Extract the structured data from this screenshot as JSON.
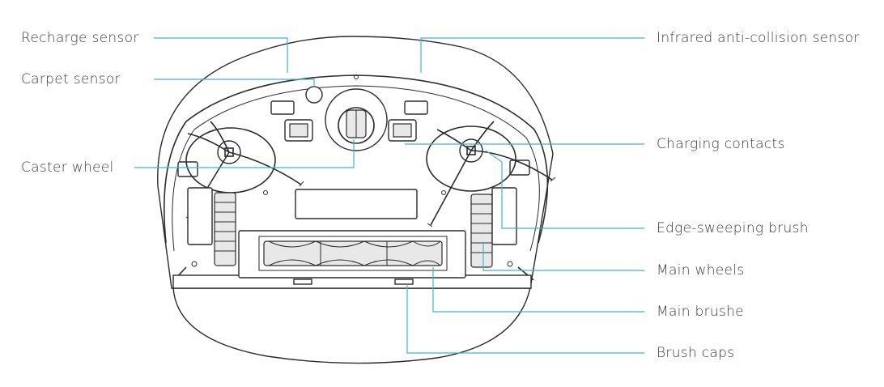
{
  "labels": {
    "recharge_sensor": "Recharge sensor",
    "carpet_sensor": "Carpet sensor",
    "caster_wheel": "Caster wheel",
    "infrared_sensor": "Infrared anti-collision sensor",
    "charging_contacts": "Charging contacts",
    "edge_brush": "Edge-sweeping brush",
    "main_wheels": "Main wheels",
    "main_brush": "Main brushe",
    "brush_caps": "Brush caps"
  },
  "colors": {
    "leader_line": "#3fb5d8",
    "outline": "#2b2b2b",
    "text": "#3a3a3a"
  }
}
